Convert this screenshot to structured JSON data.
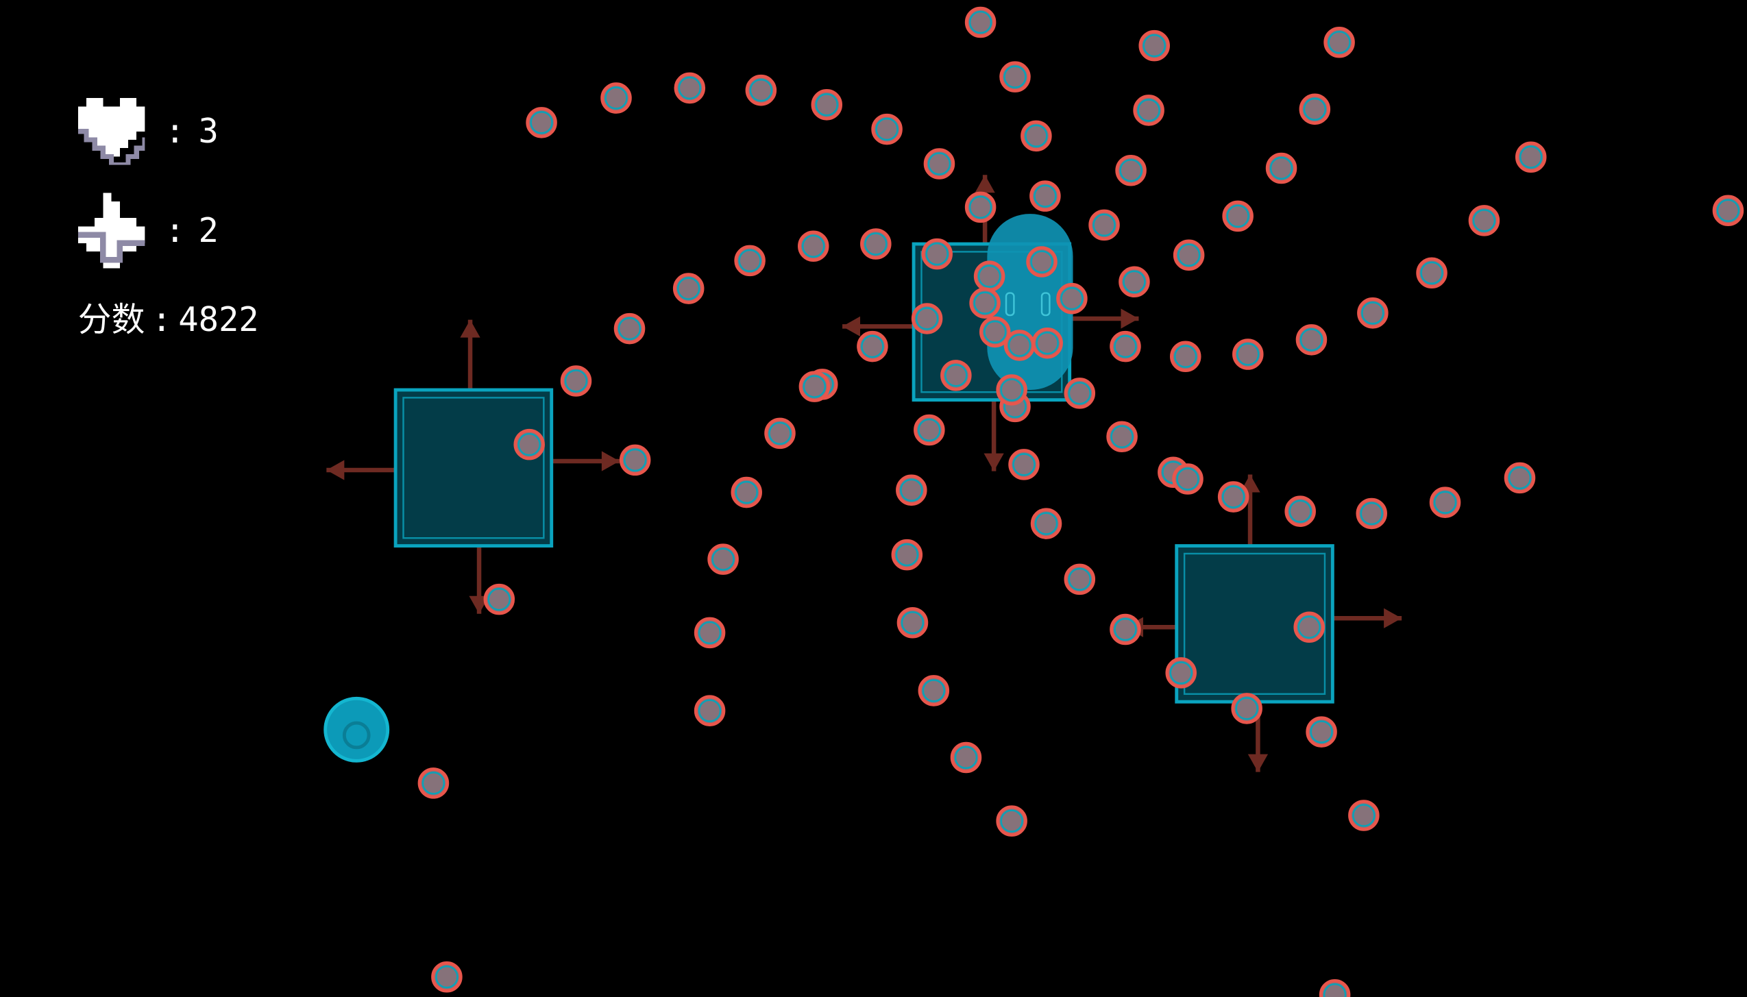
{
  "hud": {
    "lives_icon": "heart-icon",
    "lives_separator": ":",
    "lives": "3",
    "bombs_icon": "sparkle-icon",
    "bombs_separator": ":",
    "bombs": "2",
    "score_label": "分数",
    "score_separator": ":",
    "score": "4822"
  },
  "colors": {
    "background": "#000000",
    "bullet_fill": "#86727a",
    "bullet_ring": "#e8564c",
    "bullet_inner_ring": "#0aa2b8",
    "block_fill": "#033c48",
    "block_border": "#0aa4bf",
    "arrow": "#6e2a22",
    "boss": "#0f93b3",
    "player": "#0c9ab8",
    "hud_text": "#ffffff"
  }
}
